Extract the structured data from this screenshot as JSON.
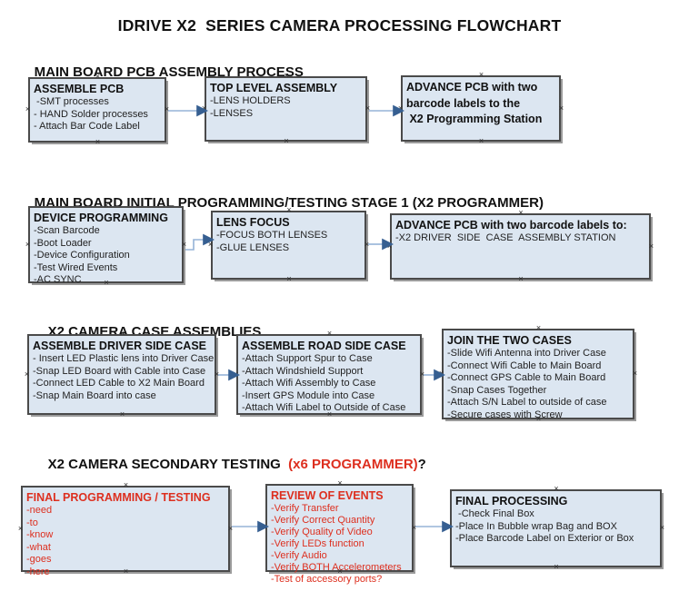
{
  "title": "IDRIVE X2  SERIES CAMERA PROCESSING FLOWCHART",
  "palette": {
    "box_fill": "#dce6f1",
    "box_border": "#4a4a4a",
    "box_shadow": "#9b9b9b",
    "arrow_line": "#95b3d7",
    "arrow_head": "#365f91",
    "red_text": "#dd2f1f",
    "black_text": "#111111"
  },
  "sections": [
    {
      "heading_parts": [
        {
          "text": "MAIN BOARD PCB ASSEMBLY PROCESS",
          "color": "black"
        }
      ],
      "boxes": [
        {
          "header": "ASSEMBLE PCB",
          "items": [
            " -SMT processes",
            "- HAND Solder processes",
            "- Attach Bar Code Label"
          ]
        },
        {
          "header": "TOP LEVEL ASSEMBLY",
          "items": [
            "-LENS HOLDERS",
            "-LENSES"
          ]
        },
        {
          "bold_lines": [
            "ADVANCE PCB with two",
            "barcode labels to the",
            " X2 Programming Station"
          ]
        }
      ]
    },
    {
      "heading_parts": [
        {
          "text": "MAIN BOARD INITIAL PROGRAMMING/TESTING STAGE 1 (X2 PROGRAMMER)",
          "color": "black"
        }
      ],
      "boxes": [
        {
          "header": "DEVICE PROGRAMMING",
          "items": [
            "-Scan Barcode",
            "-Boot Loader",
            "-Device Configuration",
            "-Test Wired Events",
            "-AC SYNC"
          ]
        },
        {
          "header": "LENS FOCUS",
          "items": [
            "-FOCUS BOTH LENSES",
            "-GLUE LENSES"
          ]
        },
        {
          "header": "ADVANCE PCB with two barcode labels to:",
          "items": [
            "-X2 DRIVER  SIDE  CASE  ASSEMBLY STATION"
          ]
        }
      ]
    },
    {
      "heading_parts": [
        {
          "text": "X2 CAMERA CASE ASSEMBLIES",
          "color": "black"
        }
      ],
      "boxes": [
        {
          "header": "ASSEMBLE DRIVER SIDE CASE",
          "items": [
            "- Insert LED Plastic lens into Driver Case",
            "-Snap LED Board with Cable into Case",
            "-Connect LED Cable to X2 Main Board",
            "-Snap Main Board into case"
          ]
        },
        {
          "header": "ASSEMBLE ROAD SIDE CASE",
          "items": [
            "-Attach Support Spur to Case",
            "-Attach Windshield Support",
            "-Attach Wifi Assembly to Case",
            "-Insert GPS Module into Case",
            "-Attach Wifi Label to Outside of Case"
          ]
        },
        {
          "header": "JOIN THE TWO CASES",
          "items": [
            "-Slide Wifi Antenna into Driver Case",
            "-Connect Wifi Cable to Main Board",
            "-Connect GPS Cable to Main Board",
            "-Snap Cases Together",
            "-Attach S/N Label to outside of case",
            "-Secure cases with Screw"
          ]
        }
      ]
    },
    {
      "heading_parts": [
        {
          "text": "X2 CAMERA SECONDARY TESTING  ",
          "color": "black"
        },
        {
          "text": "(x6 PROGRAMMER)",
          "color": "red"
        },
        {
          "text": "?",
          "color": "black"
        }
      ],
      "boxes": [
        {
          "header": "FINAL PROGRAMMING / TESTING",
          "items": [
            "-need",
            "-to",
            "-know",
            "-what",
            "-goes",
            "-here"
          ]
        },
        {
          "header": "REVIEW OF EVENTS",
          "items": [
            "-Verify Transfer",
            "-Verify Correct Quantity",
            "-Verify Quality of Video",
            "-Verify LEDs function",
            "-Verify Audio",
            "-Verify BOTH Accelerometers",
            "-Test of accessory ports?"
          ]
        },
        {
          "header": "FINAL PROCESSING",
          "items": [
            " -Check Final Box",
            "-Place In Bubble wrap Bag and BOX",
            "-Place Barcode Label on Exterior or Box"
          ]
        }
      ]
    }
  ]
}
